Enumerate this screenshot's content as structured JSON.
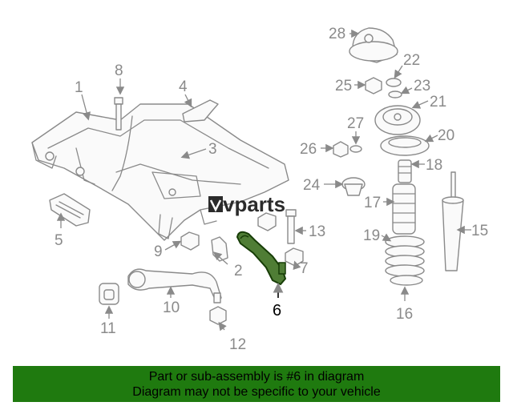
{
  "callouts": [
    "1",
    "2",
    "3",
    "4",
    "5",
    "6",
    "7",
    "8",
    "9",
    "10",
    "11",
    "12",
    "13",
    "15",
    "16",
    "17",
    "18",
    "19",
    "20",
    "21",
    "22",
    "23",
    "24",
    "25",
    "26",
    "27",
    "28"
  ],
  "highlight": {
    "part_number": "6",
    "color": "#1f7a0f"
  },
  "watermark": {
    "text": "vparts"
  },
  "footer": {
    "line1": "Part or sub-assembly is #6 in diagram",
    "line2": "Diagram may not be specific to your vehicle",
    "background": "#1f7a0f"
  }
}
